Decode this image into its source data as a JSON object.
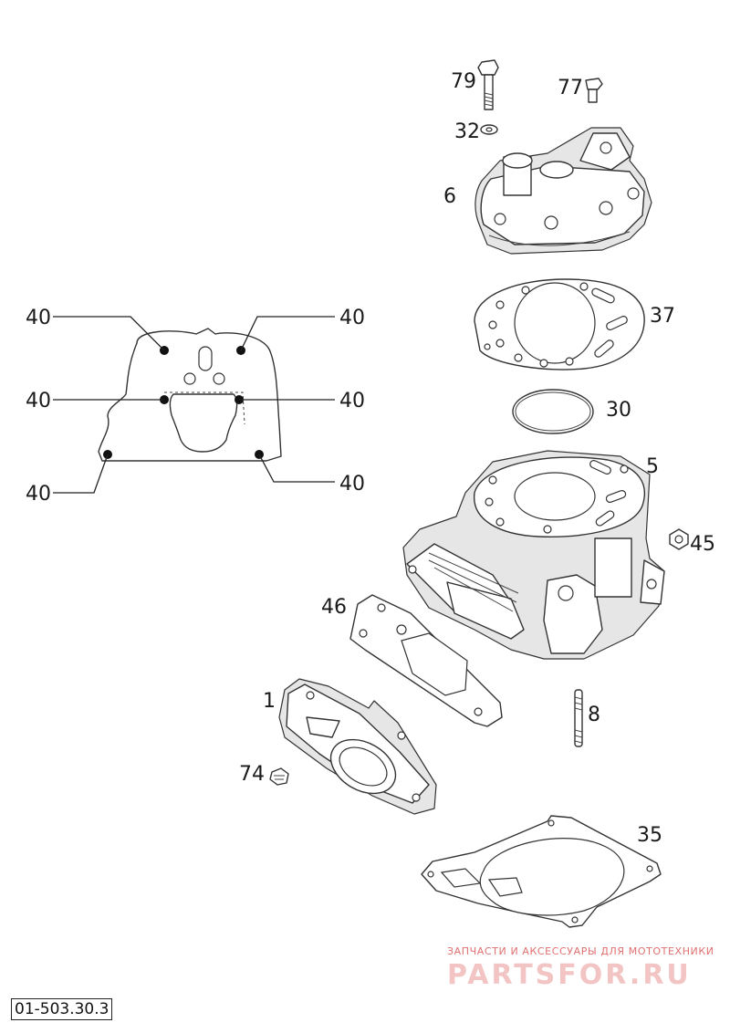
{
  "callouts": {
    "c79": "79",
    "c77": "77",
    "c32": "32",
    "c6": "6",
    "c37": "37",
    "c30": "30",
    "c5": "5",
    "c45": "45",
    "c46": "46",
    "c1": "1",
    "c8": "8",
    "c74": "74",
    "c35": "35",
    "c40_tl": "40",
    "c40_tr": "40",
    "c40_ml": "40",
    "c40_mr": "40",
    "c40_bl": "40",
    "c40_br": "40"
  },
  "watermark": {
    "line1": "ЗАПЧАСТИ И АКСЕССУАРЫ ДЛЯ МОТОТЕХНИКИ",
    "line2": "PARTSFOR.RU"
  },
  "diagram_code": "01-503.30.3"
}
